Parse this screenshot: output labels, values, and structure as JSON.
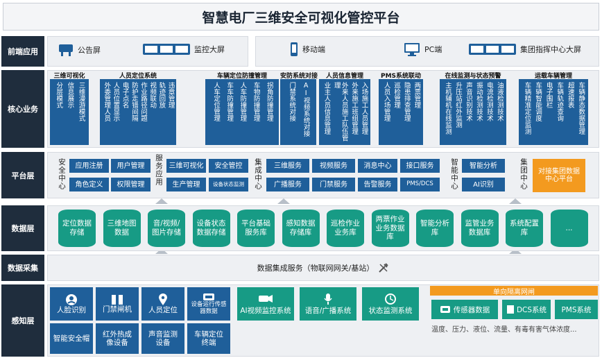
{
  "title": "智慧电厂三维安全可视化管控平台",
  "rows": {
    "front": "前端应用",
    "core": "核心业务",
    "platform": "平台层",
    "data": "数据层",
    "collect": "数据采集",
    "sense": "感知层"
  },
  "front": {
    "left": [
      {
        "icon": "billboard-icon",
        "label": "公告屏"
      },
      {
        "icon": "video-wall-icon",
        "label": "监控大屏"
      }
    ],
    "right": [
      {
        "icon": "mobile-icon",
        "label": "移动端"
      },
      {
        "icon": "pc-icon",
        "label": "PC端"
      },
      {
        "icon": "video-wall-icon",
        "label": "集团指挥中心大屏"
      }
    ]
  },
  "core": {
    "groups": [
      {
        "title": "三维可视化",
        "items": [
          "分层模式",
          "信息展示",
          "三维漫游模式"
        ]
      },
      {
        "title": "人员定位系统",
        "items": [
          "外委管理人员",
          "人员位置显示",
          "电子点名",
          "防护走错间隔",
          "作业路径问题",
          "视频联动",
          "轨迹回放",
          "违章管理"
        ]
      },
      {
        "title": "车辆定位防撞管理",
        "items": [
          "人车定位管理",
          "车车防撞管理",
          "人车防撞管理",
          "车物防撞管理",
          "拐角防撞管理"
        ]
      },
      {
        "title": "安防系统对接",
        "items": [
          "门禁系统对接",
          "AI视频系统对接"
        ]
      },
      {
        "title": "人员信息管理",
        "items": [
          "业主人员信息管理",
          "外来人员施工队伍管理",
          "外来施工班组管理",
          "入场施工人员管理"
        ]
      },
      {
        "title": "PMS系统联动",
        "items": [
          "人员入场管理",
          "巡检管理",
          "隐患排查管理",
          "两票管理"
        ]
      },
      {
        "title": "在线监测与状态预警",
        "items": [
          "主机辅机在线监测",
          "升压站红外监测",
          "声音识别技术",
          "振动检测技术",
          "电流检测技术",
          "油液检测技术"
        ]
      },
      {
        "title": "运载车辆管理",
        "items": [
          "车辆精准定位监测",
          "车辆智能调度",
          "电子围栏",
          "车辆轨迹查询",
          "超速报表",
          "车辆静态数据管理"
        ]
      }
    ]
  },
  "platform": {
    "groups": [
      {
        "label": "安全中心",
        "items": [
          "应用注册",
          "用户管理",
          "角色定义",
          "权限管理"
        ]
      },
      {
        "label": "服务应用",
        "items": [
          "三维可视化",
          "安全管控",
          "生产管理",
          "设备状态监测"
        ]
      },
      {
        "label": "集成中心",
        "items": [
          "三维服务",
          "视频服务",
          "消息中心",
          "接口服务",
          "广播服务",
          "门禁服务",
          "告警服务",
          "PMS/DCS"
        ]
      },
      {
        "label": "智能中心",
        "items": [
          "智能分析",
          "AI识别"
        ]
      },
      {
        "label": "集团中心",
        "items": [
          "对接集团数据中心平台"
        ]
      }
    ]
  },
  "data": {
    "items": [
      "定位数据存储",
      "三维地图数据",
      "音/视频/图片存储",
      "设备状态数据存储",
      "平台基础服务库",
      "感知数据存储库",
      "巡检作业业务库",
      "两票作业业务数据库",
      "智能分析库",
      "监管业务数据库",
      "系统配置库",
      "..."
    ]
  },
  "collect": {
    "label": "数据集成服务（物联网网关/基站）"
  },
  "sense": {
    "blue": [
      {
        "icon": "face-icon",
        "label": "人脸识别"
      },
      {
        "icon": "gate-icon",
        "label": "门禁闸机"
      },
      {
        "icon": "location-icon",
        "label": "人员定位"
      },
      {
        "icon": "sensor-icon",
        "label": "设备运行传感器数据"
      },
      {
        "label": "智能安全帽"
      },
      {
        "label": "红外热成像设备"
      },
      {
        "label": "声音监测设备"
      },
      {
        "label": "车辆定位终端"
      }
    ],
    "green": [
      {
        "icon": "camera-icon",
        "label": "AI视频监控系统"
      },
      {
        "icon": "microphone-icon",
        "label": "语音/广播系统"
      },
      {
        "icon": "monitor-icon",
        "label": "状态监测系统"
      }
    ],
    "isolation": {
      "title": "单向隔离网闸",
      "items": [
        {
          "icon": "sensor-icon",
          "label": "传感器数据"
        },
        {
          "icon": "dcs-icon",
          "label": "DCS系统"
        },
        {
          "label": "PMS系统"
        }
      ],
      "note": "温度、压力、液位、流量、有毒有害气体浓度..."
    }
  },
  "colors": {
    "navy": "#1f2d3d",
    "blue": "#1f5f9a",
    "teal": "#179b85",
    "orange": "#f39a1f"
  }
}
